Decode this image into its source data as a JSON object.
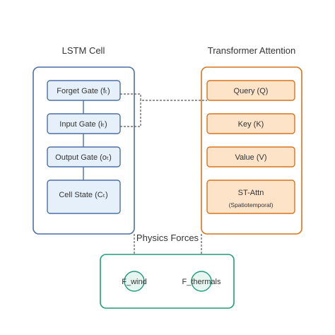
{
  "lstm": {
    "title": "LSTM Cell",
    "gates": [
      {
        "label": "Forget Gate (fₜ)"
      },
      {
        "label": "Input Gate (iₜ)"
      },
      {
        "label": "Output Gate (oₜ)"
      },
      {
        "label": "Cell State (Cₜ)"
      }
    ]
  },
  "transformer": {
    "title": "Transformer Attention",
    "blocks": [
      {
        "label": "Query (Q)"
      },
      {
        "label": "Key (K)"
      },
      {
        "label": "Value (V)"
      },
      {
        "label": "ST-Attn",
        "sublabel": "(Spatiotemporal)"
      }
    ]
  },
  "physics": {
    "title": "Physics Forces",
    "forces": [
      {
        "label": "F_wind"
      },
      {
        "label": "F_thermals"
      }
    ]
  },
  "colors": {
    "lstm_border": "#4a6fa5",
    "lstm_fill": "#e6f0fa",
    "transformer_border": "#d9731f",
    "transformer_fill": "#fde3c8",
    "physics_border": "#23997a",
    "physics_fill": "#e6f7f1",
    "connector": "#555555"
  }
}
